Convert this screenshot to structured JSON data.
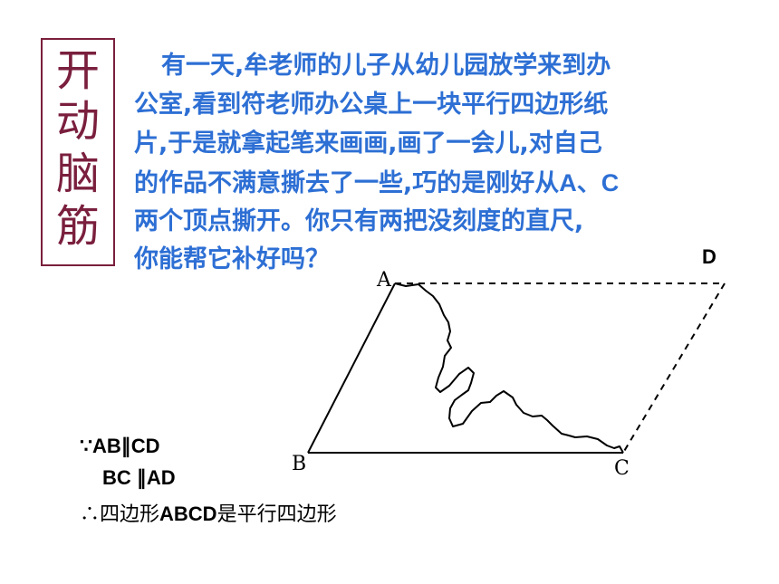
{
  "title": [
    "开",
    "动",
    "脑",
    "筋"
  ],
  "story": [
    "有一天,牟老师的儿子从幼儿园放学来到办",
    "公室,看到符老师办公桌上一块平行四边形纸",
    "片,于是就拿起笔来画画,画了一会儿,对自己",
    {
      "before": "的作品不满意撕去了一些,巧的是刚好从",
      "a": "A",
      "sep": "、",
      "c": "C"
    },
    "两个顶点撕开。你只有两把没刻度的直尺,",
    "你能帮它补好吗？"
  ],
  "figure": {
    "labels": {
      "A": "A",
      "B": "B",
      "C": "C",
      "D": "D"
    }
  },
  "proof": {
    "line1": "∵AB∥CD",
    "line2": "BC ∥AD",
    "line3_prefix": "∴四边形",
    "line3_bold": "ABCD",
    "line3_suffix": "是平行四边形"
  },
  "colors": {
    "title": "#7a1f3d",
    "story": "#2d6fd4",
    "lines": "#000000"
  }
}
